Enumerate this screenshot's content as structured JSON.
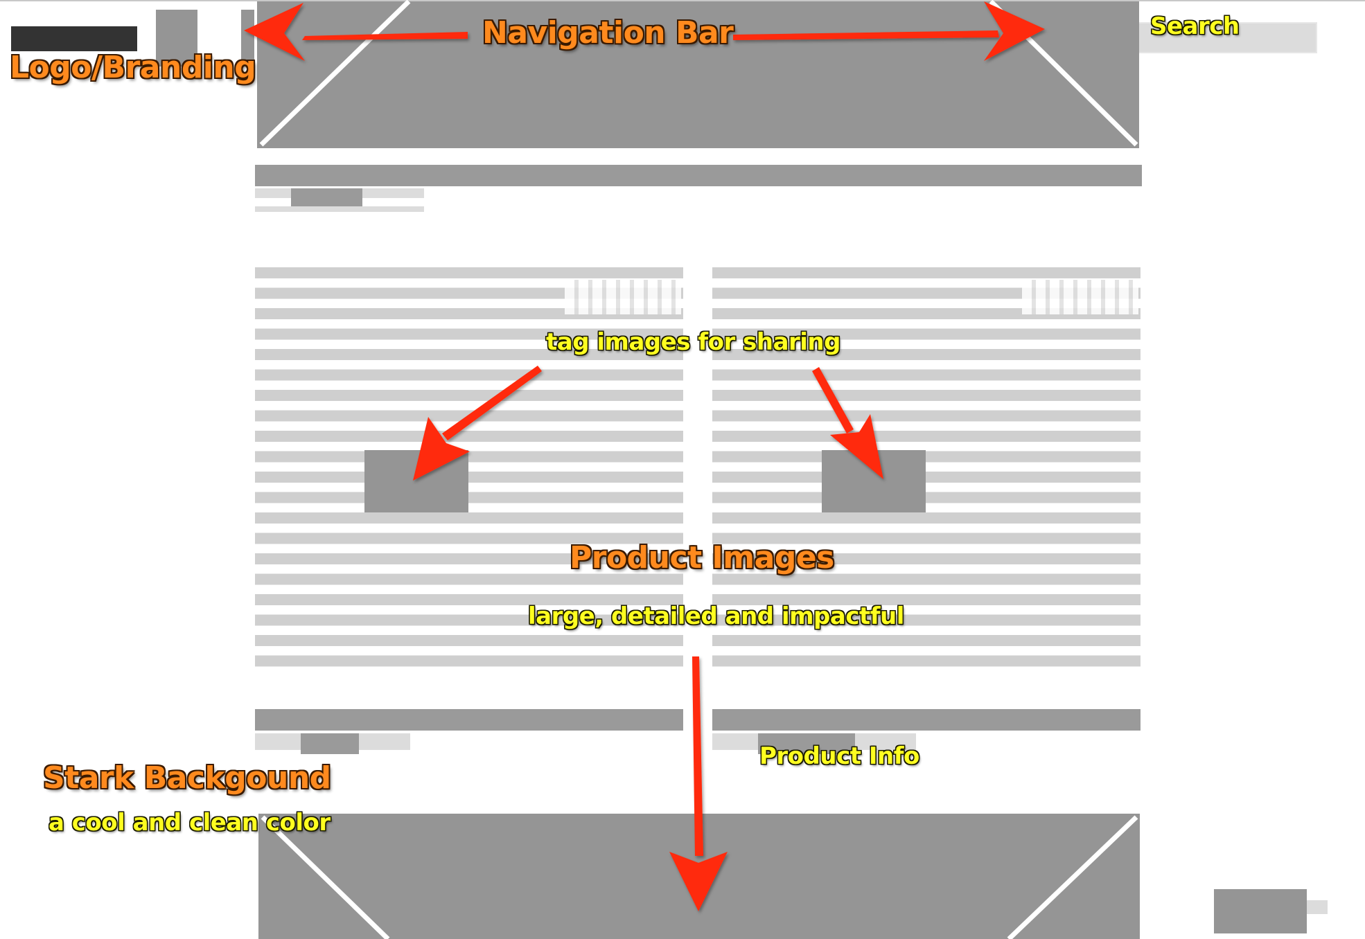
{
  "annotations": {
    "logo_branding": "Logo/Branding",
    "navigation_bar": "Navigation Bar",
    "search": "Search",
    "tag_images": "tag images for sharing",
    "product_images": "Product Images",
    "product_images_sub": "large, detailed and impactful",
    "product_info": "Product Info",
    "stark_background": "Stark Backgound",
    "stark_background_sub": "a cool and clean color"
  },
  "colors": {
    "arrow": "#ff2a0a",
    "label_orange": "#ff8a1e",
    "label_yellow": "#ffff20",
    "placeholder_gray": "#959595",
    "text_line_gray": "#cfcfcf",
    "background": "#ffffff"
  }
}
